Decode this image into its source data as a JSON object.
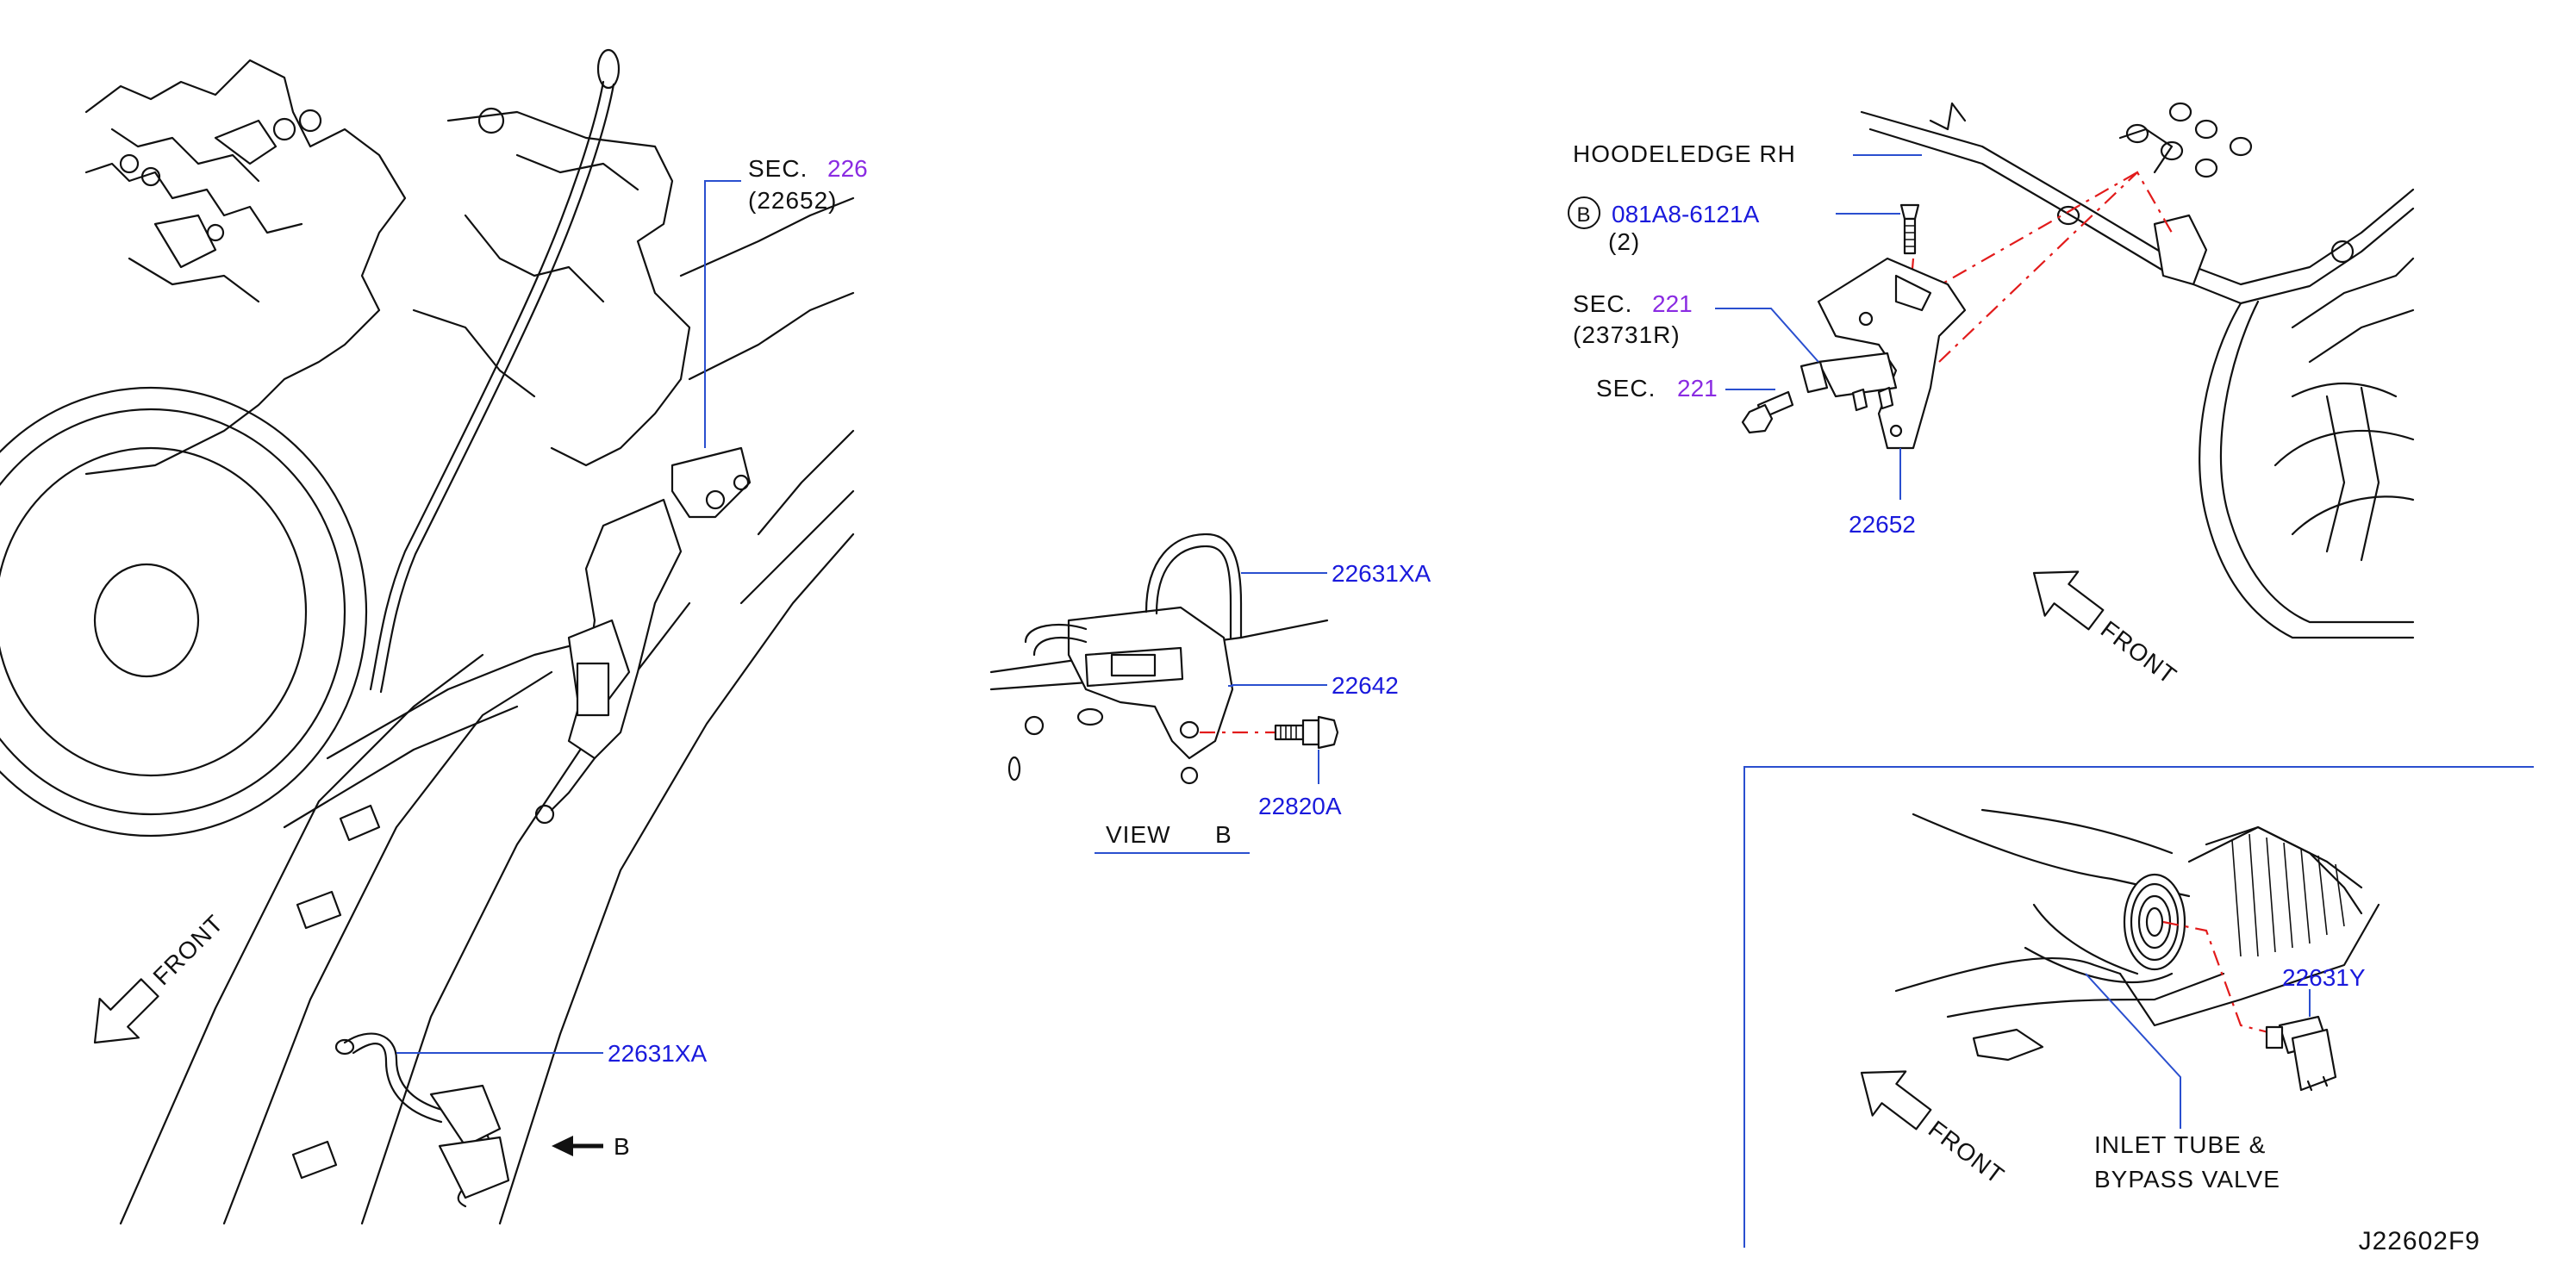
{
  "colors": {
    "part_number": "#1a1adc",
    "section_number": "#8a2be2",
    "leader_line": "#2a4fcf",
    "hidden_line": "#e21b1b",
    "line_art": "#111111"
  },
  "left_view": {
    "sec_label": "SEC.",
    "sec_number": "226",
    "sec_ref": "(22652)",
    "hose_part": "22631XA",
    "view_arrow_label": "B",
    "front_label": "FRONT"
  },
  "view_b": {
    "hose_part": "22631XA",
    "bracket_part": "22642",
    "bolt_part": "22820A",
    "view_label": "VIEW",
    "view_letter": "B"
  },
  "right_top": {
    "hoodledge": "HOODELEDGE  RH",
    "bolt_marker": "B",
    "bolt_part": "081A8-6121A",
    "bolt_qty": "(2)",
    "sec1_label": "SEC.",
    "sec1_number": "221",
    "sec1_ref": "(23731R)",
    "sec2_label": "SEC.",
    "sec2_number": "221",
    "bracket_part": "22652",
    "front_label": "FRONT"
  },
  "right_bottom": {
    "sensor_part": "22631Y",
    "inlet_line1": "INLET  TUBE  &",
    "inlet_line2": "BYPASS  VALVE",
    "front_label": "FRONT"
  },
  "diagram_code": "J22602F9"
}
